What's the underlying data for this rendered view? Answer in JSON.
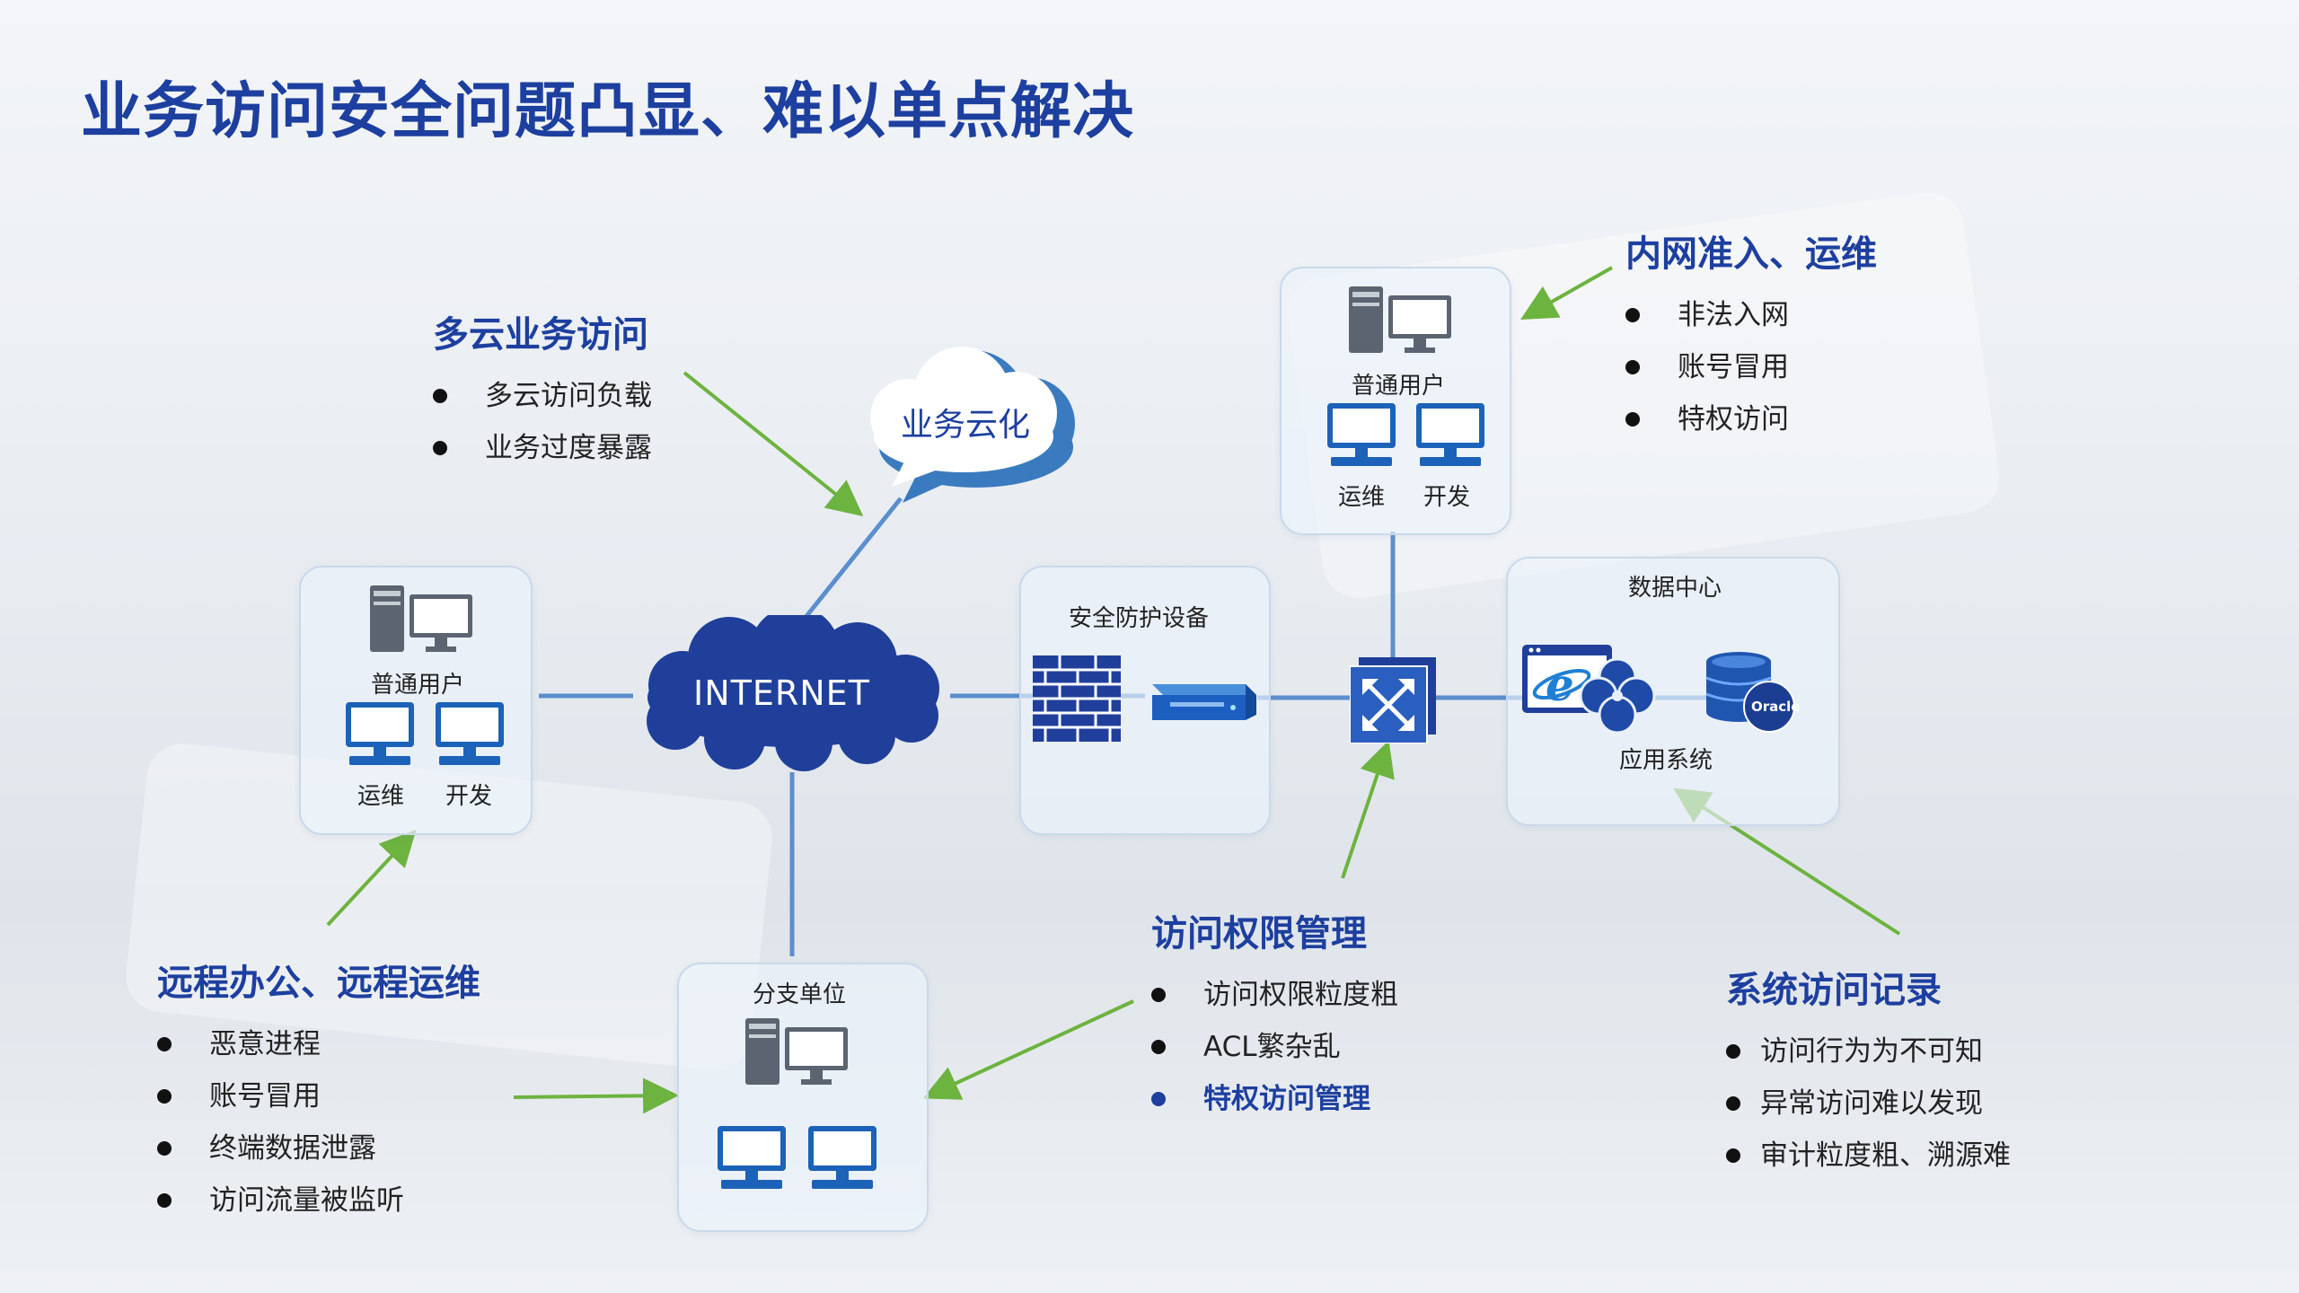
{
  "title": "业务访问安全问题凸显、难以单点解决",
  "nodes": {
    "cloud": "业务云化",
    "internet": "INTERNET",
    "security": "安全防护设备",
    "datacenter": "数据中心",
    "app_system": "应用系统",
    "branch": "分支单位",
    "oracle": "Oracle",
    "left_group": {
      "user": "普通用户",
      "ops": "运维",
      "dev": "开发"
    },
    "top_group": {
      "user": "普通用户",
      "ops": "运维",
      "dev": "开发"
    }
  },
  "annotations": {
    "multicloud": {
      "title": "多云业务访问",
      "items": [
        "多云访问负载",
        "业务过度暴露"
      ]
    },
    "intranet": {
      "title": "内网准入、运维",
      "items": [
        "非法入网",
        "账号冒用",
        "特权访问"
      ]
    },
    "remote": {
      "title": "远程办公、远程运维",
      "items": [
        "恶意进程",
        "账号冒用",
        "终端数据泄露",
        "访问流量被监听"
      ]
    },
    "permission": {
      "title": "访问权限管理",
      "items": [
        "访问权限粒度粗",
        "ACL繁杂乱",
        "特权访问管理"
      ]
    },
    "syslog": {
      "title": "系统访问记录",
      "items": [
        "访问行为为不可知",
        "异常访问难以发现",
        "审计粒度粗、溯源难"
      ]
    }
  },
  "colors": {
    "title": "#1d3f9f",
    "network_blue": "#1f3f9a",
    "link": "#5b8fce",
    "arrow": "#6db33f"
  }
}
